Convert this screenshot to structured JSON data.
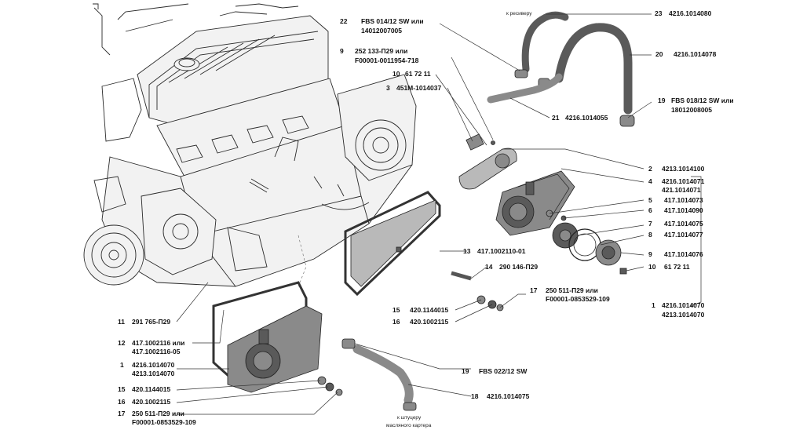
{
  "callouts": [
    {
      "id": "c23",
      "num": "23",
      "part": "4216.1014080"
    },
    {
      "id": "c22",
      "num": "22",
      "part": "FBS 014/12 SW или",
      "part2": "14012007005"
    },
    {
      "id": "c9a",
      "num": "9",
      "part": "252 133-П29 или",
      "part2": "F00001-0011954-718"
    },
    {
      "id": "c10a",
      "num": "10",
      "part": "61 72 11"
    },
    {
      "id": "c3",
      "num": "3",
      "part": "451М-1014037"
    },
    {
      "id": "c20",
      "num": "20",
      "part": "4216.1014078"
    },
    {
      "id": "c19a",
      "num": "19",
      "part": "FBS 018/12 SW или",
      "part2": "18012008005"
    },
    {
      "id": "c21",
      "num": "21",
      "part": "4216.1014055"
    },
    {
      "id": "c2",
      "num": "2",
      "part": "4213.1014100"
    },
    {
      "id": "c4",
      "num": "4",
      "part": "4216.1014071",
      "part2": "421.1014071"
    },
    {
      "id": "c5",
      "num": "5",
      "part": "417.1014073"
    },
    {
      "id": "c6",
      "num": "6",
      "part": "417.1014090"
    },
    {
      "id": "c7",
      "num": "7",
      "part": "417.1014075"
    },
    {
      "id": "c8",
      "num": "8",
      "part": "417.1014077"
    },
    {
      "id": "c9b",
      "num": "9",
      "part": "417.1014076"
    },
    {
      "id": "c10b",
      "num": "10",
      "part": "61 72 11"
    },
    {
      "id": "c1a",
      "num": "1",
      "part": "4216.1014070",
      "part2": "4213.1014070"
    },
    {
      "id": "c13",
      "num": "13",
      "part": "417.1002110-01"
    },
    {
      "id": "c14",
      "num": "14",
      "part": "290 146-П29"
    },
    {
      "id": "c17a",
      "num": "17",
      "part": "250 511-П29 или",
      "part2": "F00001-0853529-109"
    },
    {
      "id": "c15a",
      "num": "15",
      "part": "420.1144015"
    },
    {
      "id": "c16a",
      "num": "16",
      "part": "420.1002115"
    },
    {
      "id": "c11",
      "num": "11",
      "part": "291 765-П29"
    },
    {
      "id": "c12",
      "num": "12",
      "part": "417.1002116 или",
      "part2": "417.1002116-05"
    },
    {
      "id": "c1b",
      "num": "1",
      "part": "4216.1014070",
      "part2": "4213.1014070"
    },
    {
      "id": "c19b",
      "num": "19",
      "part": "FBS 022/12 SW"
    },
    {
      "id": "c15b",
      "num": "15",
      "part": "420.1144015"
    },
    {
      "id": "c16b",
      "num": "16",
      "part": "420.1002115"
    },
    {
      "id": "c18",
      "num": "18",
      "part": "4216.1014075"
    },
    {
      "id": "c17b",
      "num": "17",
      "part": "250 511-П29 или",
      "part2": "F00001-0853529-109"
    }
  ],
  "notes": {
    "receiver": "к ресиверу",
    "crankcase_line1": "к штуцеру",
    "crankcase_line2": "масляного картера"
  }
}
